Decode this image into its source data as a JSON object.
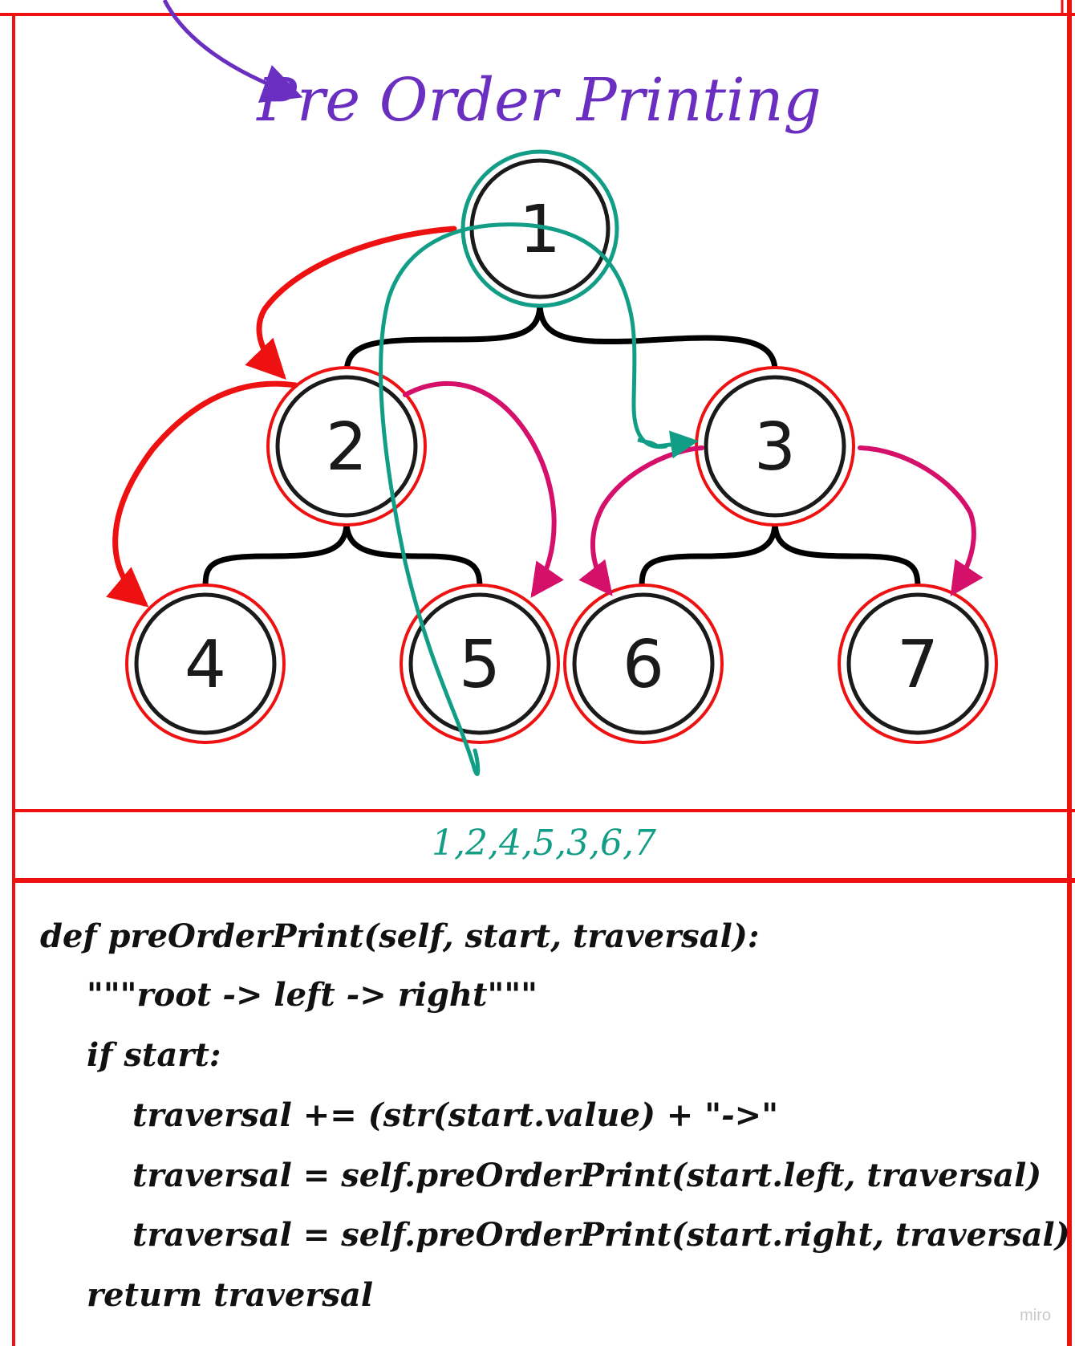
{
  "title": "Pre Order Printing",
  "tree": {
    "nodes": [
      {
        "id": "n1",
        "label": "1",
        "highlighted": true
      },
      {
        "id": "n2",
        "label": "2",
        "highlighted": false
      },
      {
        "id": "n3",
        "label": "3",
        "highlighted": false
      },
      {
        "id": "n4",
        "label": "4",
        "highlighted": false
      },
      {
        "id": "n5",
        "label": "5",
        "highlighted": false
      },
      {
        "id": "n6",
        "label": "6",
        "highlighted": false
      },
      {
        "id": "n7",
        "label": "7",
        "highlighted": false
      }
    ],
    "edges": [
      {
        "from": "n1",
        "to": "n2"
      },
      {
        "from": "n1",
        "to": "n3"
      },
      {
        "from": "n2",
        "to": "n4"
      },
      {
        "from": "n2",
        "to": "n5"
      },
      {
        "from": "n3",
        "to": "n6"
      },
      {
        "from": "n3",
        "to": "n7"
      }
    ]
  },
  "result": "1,2,4,5,3,6,7",
  "code": {
    "lines": [
      "def preOrderPrint(self, start, traversal):",
      "\"\"\"root -> left -> right\"\"\"",
      "if start:",
      "traversal += (str(start.value) + \"->\"",
      "traversal = self.preOrderPrint(start.left, traversal)",
      "traversal = self.preOrderPrint(start.right, traversal)",
      "return traversal"
    ]
  },
  "watermark": "miro",
  "colors": {
    "frame": "#ee1111",
    "title": "#6a2fc0",
    "traversal_path": "#129e86",
    "left_arrow": "#ee1111",
    "right_arrow": "#d4106a",
    "node_ring": "#ee1111",
    "node_stroke": "#1a1a1a",
    "tree_edge": "#000000"
  },
  "icons": [
    "arrow-head-icon"
  ]
}
